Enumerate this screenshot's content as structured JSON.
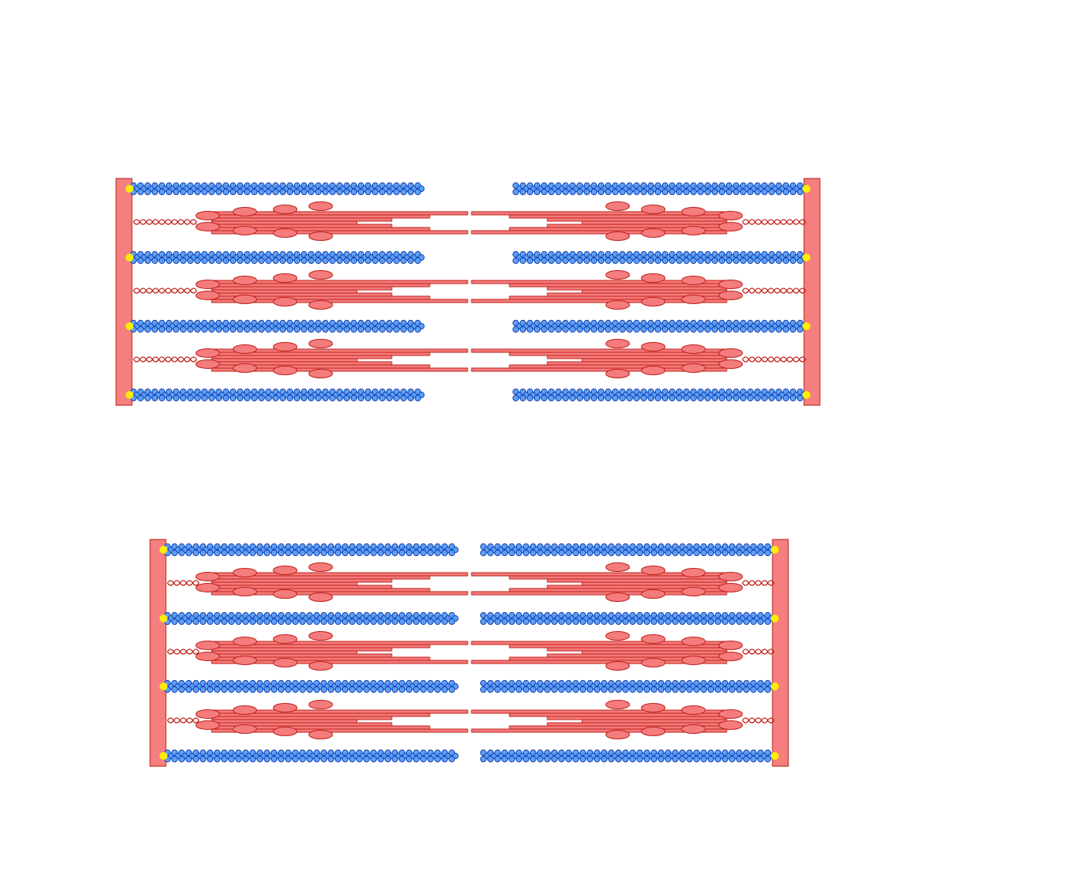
{
  "diagram": {
    "description_visible_text": "",
    "panels": [
      {
        "state": "relaxed",
        "actin_rows": 4,
        "myosin_rows": 3
      },
      {
        "state": "contracted",
        "actin_rows": 4,
        "myosin_rows": 3
      }
    ]
  },
  "colors": {
    "background": "#ffffff",
    "z_disc_fill": "#f57f7f",
    "z_disc_stroke": "#c0392b",
    "myosin_fill": "#f47c7c",
    "myosin_stroke": "#c0201a",
    "actin_fill": "#5aa0f5",
    "actin_stroke": "#1a3fb0",
    "anchor_dot": "#ffee00",
    "titin": "#c0201a"
  }
}
